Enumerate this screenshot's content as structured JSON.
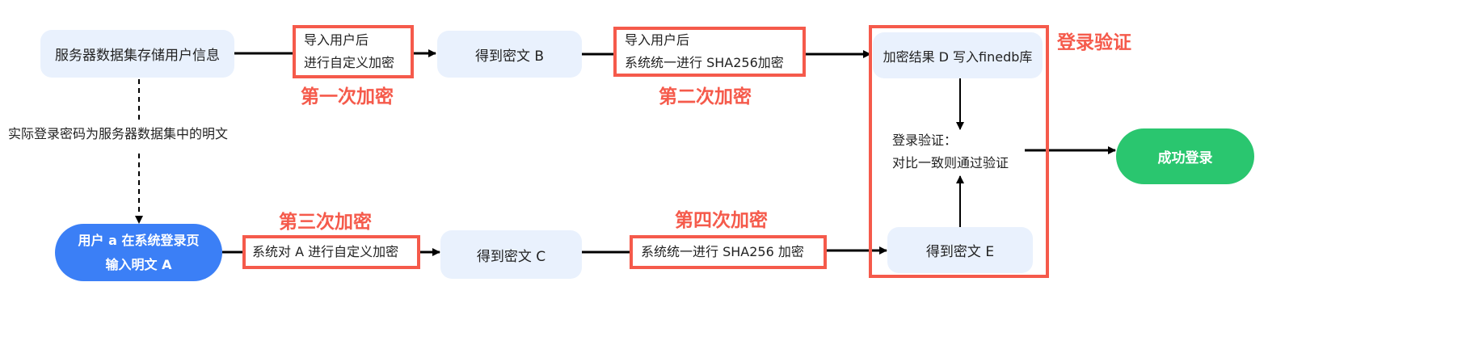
{
  "nodes": {
    "server_store": "服务器数据集存储用户信息",
    "custom_encrypt_1_line1": "导入用户后",
    "custom_encrypt_1_line2": "进行自定义加密",
    "cipher_b": "得到密文 B",
    "sha_1_line1": "导入用户后",
    "sha_1_line2": "系统统一进行 SHA256加密",
    "result_d": "加密结果 D 写入finedb库",
    "verify_line1": "登录验证：",
    "verify_line2": "对比一致则通过验证",
    "success": "成功登录",
    "user_input_line1": "用户 a 在系统登录页",
    "user_input_line2": "输入明文 A",
    "custom_encrypt_2": "系统对 A 进行自定义加密",
    "cipher_c": "得到密文 C",
    "sha_2": "系统统一进行 SHA256 加密",
    "cipher_e": "得到密文 E"
  },
  "labels": {
    "first": "第一次加密",
    "second": "第二次加密",
    "third": "第三次加密",
    "fourth": "第四次加密",
    "login_verify": "登录验证",
    "dashed_note": "实际登录密码为服务器数据集中的明文"
  },
  "colors": {
    "highlight": "#f55a4b",
    "node_bg": "#e9f1fd",
    "start": "#3b7ff6",
    "end": "#2ac66f"
  }
}
